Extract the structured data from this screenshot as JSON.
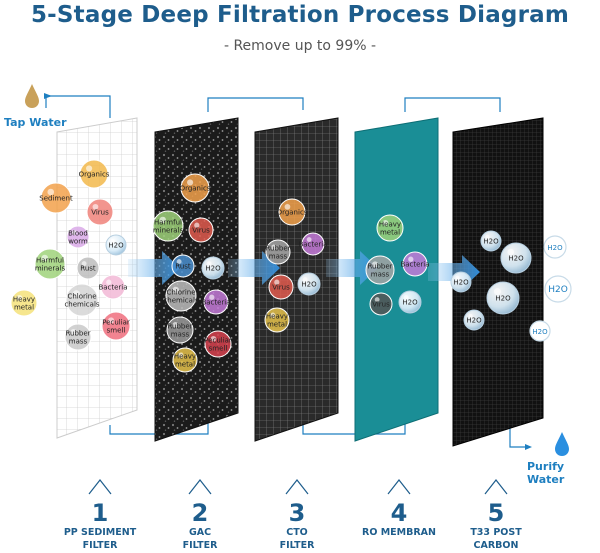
{
  "header": {
    "title": "5-Stage Deep Filtration Process Diagram",
    "subtitle": "- Remove up to 99% -"
  },
  "io": {
    "input": "Tap Water",
    "output": "Purify Water"
  },
  "colors": {
    "title": "#1e5d8c",
    "accent": "#1e7fc0",
    "ro_panel": "#1a8e96",
    "arrow": "#3a9be0"
  },
  "panels": [
    {
      "icon": "grid-mesh",
      "bubbles": [
        {
          "label": "Organics",
          "color": "#f2b84b"
        },
        {
          "label": "Sediment",
          "color": "#f2a14b"
        },
        {
          "label": "Virus",
          "color": "#f0837a"
        },
        {
          "label": "Blood\nworm",
          "color": "#d9a9e8"
        },
        {
          "label": "Harmful\nminerals",
          "color": "#9fd27a"
        },
        {
          "label": "Rust",
          "color": "#bdbdbd"
        },
        {
          "label": "H2O",
          "color": "#e8f3fb"
        },
        {
          "label": "Bacteria",
          "color": "#f2b8d6"
        },
        {
          "label": "Heavy\nmetal",
          "color": "#f5e27a"
        },
        {
          "label": "Chlorine\nchemicals",
          "color": "#d5d5d5"
        },
        {
          "label": "Peculiar\nsmell",
          "color": "#f06e7e"
        },
        {
          "label": "Rubber\nmass",
          "color": "#c9c9c9"
        }
      ]
    },
    {
      "icon": "carbon-granules",
      "bubbles": [
        {
          "label": "Organics",
          "color": "#f2a14b"
        },
        {
          "label": "Harmful\nminerals",
          "color": "#9fd27a"
        },
        {
          "label": "Virus",
          "color": "#e05a4e"
        },
        {
          "label": "Rust",
          "color": "#4a8fd0"
        },
        {
          "label": "H2O",
          "color": "#e8f3fb"
        },
        {
          "label": "Chlorine\nchemicals",
          "color": "#bdbdbd"
        },
        {
          "label": "Bacteria",
          "color": "#c47ad8"
        },
        {
          "label": "Rubber\nmass",
          "color": "#9a9a9a"
        },
        {
          "label": "Peculiar\nsmell",
          "color": "#d8424f"
        },
        {
          "label": "Heavy\nmetal",
          "color": "#e6c24b"
        }
      ]
    },
    {
      "icon": "fine-mesh",
      "bubbles": [
        {
          "label": "Organics",
          "color": "#f2a14b"
        },
        {
          "label": "Rubber\nmass",
          "color": "#a5a5a5"
        },
        {
          "label": "Bacteria",
          "color": "#c47ad8"
        },
        {
          "label": "Virus",
          "color": "#e05a4e"
        },
        {
          "label": "H2O",
          "color": "#e8f3fb"
        },
        {
          "label": "Heavy\nmetal",
          "color": "#e6c24b"
        }
      ]
    },
    {
      "icon": "ro-membrane",
      "bubbles": [
        {
          "label": "Heavy\nmetal",
          "color": "#9fd27a"
        },
        {
          "label": "Rubber\nmass",
          "color": "#a5a5a5"
        },
        {
          "label": "Bacteria",
          "color": "#c47ad8"
        },
        {
          "label": "Virus",
          "color": "#555555"
        },
        {
          "label": "H2O",
          "color": "#e8f3fb"
        }
      ]
    },
    {
      "icon": "post-carbon",
      "bubbles": [
        {
          "label": "H2O",
          "color": "#e8f3fb"
        },
        {
          "label": "H2O",
          "color": "#e8f3fb"
        },
        {
          "label": "H2O",
          "color": "#e8f3fb"
        },
        {
          "label": "H2O",
          "color": "#e8f3fb"
        },
        {
          "label": "H2O",
          "color": "#e8f3fb"
        }
      ]
    }
  ],
  "outflow": [
    "H2O",
    "H2O",
    "H2O"
  ],
  "stages": [
    {
      "number": "1",
      "name": "PP SEDIMENT\nFILTER"
    },
    {
      "number": "2",
      "name": "GAC\nFILTER"
    },
    {
      "number": "3",
      "name": "CTO\nFILTER"
    },
    {
      "number": "4",
      "name": "RO MEMBRAN"
    },
    {
      "number": "5",
      "name": "T33 POST\nCARBON"
    }
  ]
}
